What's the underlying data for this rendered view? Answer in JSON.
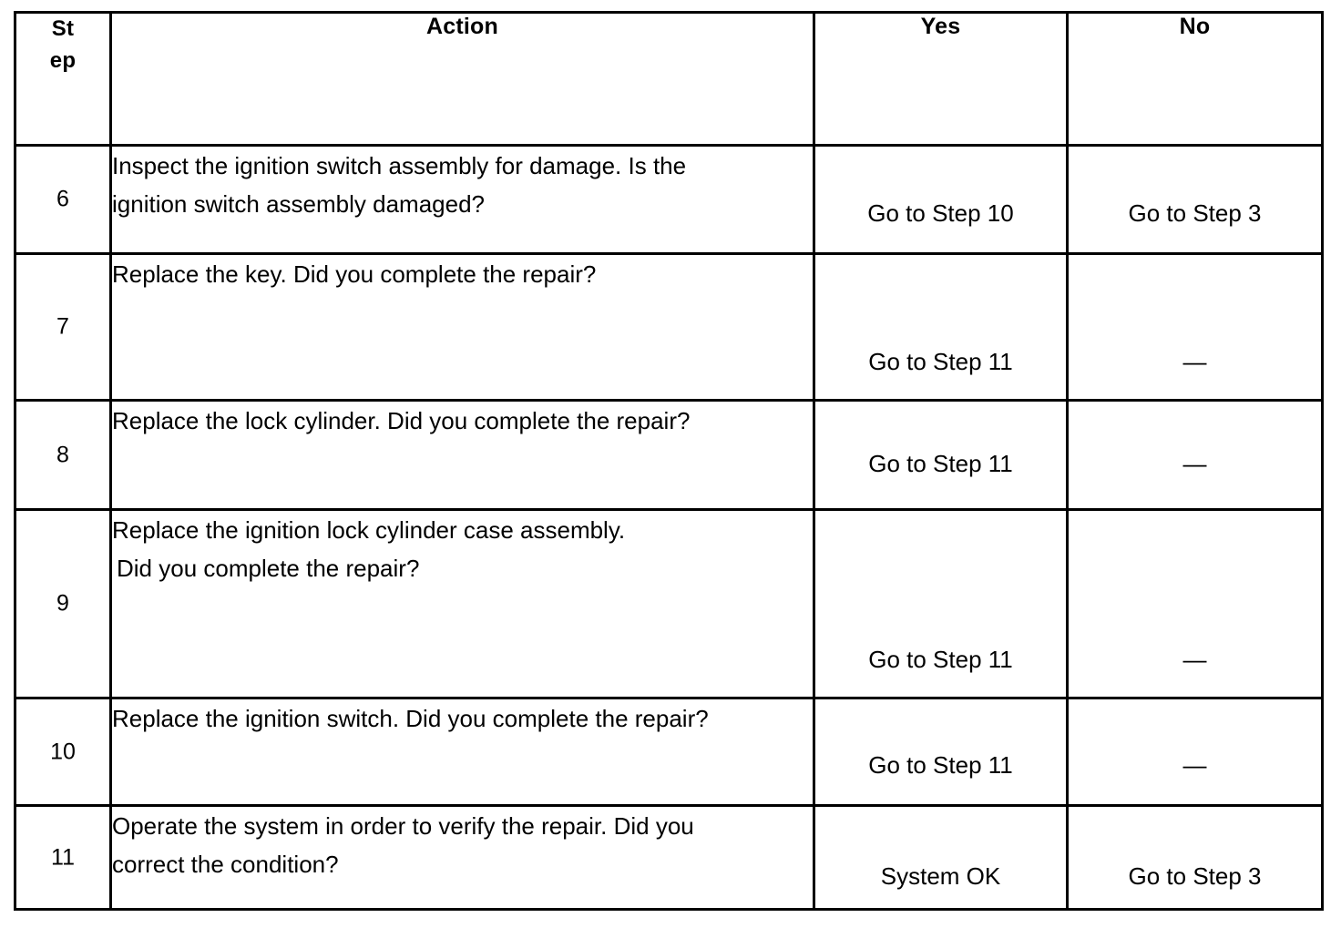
{
  "document": {
    "type": "diagnostic-procedure-table",
    "background_color": "#ffffff",
    "text_color": "#000000",
    "border_color": "#000000"
  },
  "table": {
    "headers": {
      "step": "Step",
      "step_line1": "St",
      "step_line2": "ep",
      "action": "Action",
      "yes": "Yes",
      "no": "No"
    },
    "rows": [
      {
        "step": "6",
        "action_lines": [
          "Inspect the ignition switch assembly for damage. Is the",
          "ignition switch assembly damaged?"
        ],
        "action_text": "Inspect the ignition switch assembly for damage. Is the ignition switch assembly damaged?",
        "yes": "Go to Step 10",
        "no": "Go to Step 3"
      },
      {
        "step": "7",
        "action_lines": [
          "Replace the key. Did you complete the repair?"
        ],
        "action_text": "Replace the key. Did you complete the repair?",
        "yes": "Go to Step 11",
        "no": "—"
      },
      {
        "step": "8",
        "action_lines": [
          "Replace the lock cylinder. Did you complete the repair?"
        ],
        "action_text": "Replace the lock cylinder. Did you complete the repair?",
        "yes": "Go to Step 11",
        "no": "—"
      },
      {
        "step": "9",
        "action_lines": [
          "Replace the ignition lock cylinder case assembly.",
          "Did you complete the repair?"
        ],
        "action_text": "Replace the ignition lock cylinder case assembly. Did you complete the repair?",
        "yes": "Go to Step 11",
        "no": "—"
      },
      {
        "step": "10",
        "action_lines": [
          "Replace the ignition switch. Did you complete the repair?"
        ],
        "action_text": "Replace the ignition switch. Did you complete the repair?",
        "yes": "Go to Step 11",
        "no": "—"
      },
      {
        "step": "11",
        "action_lines": [
          "Operate the system in order to verify the repair. Did you",
          "correct the condition?"
        ],
        "action_text": "Operate the system in order to verify the repair. Did you correct the condition?",
        "yes": "System OK",
        "no": "Go to Step 3"
      }
    ]
  }
}
